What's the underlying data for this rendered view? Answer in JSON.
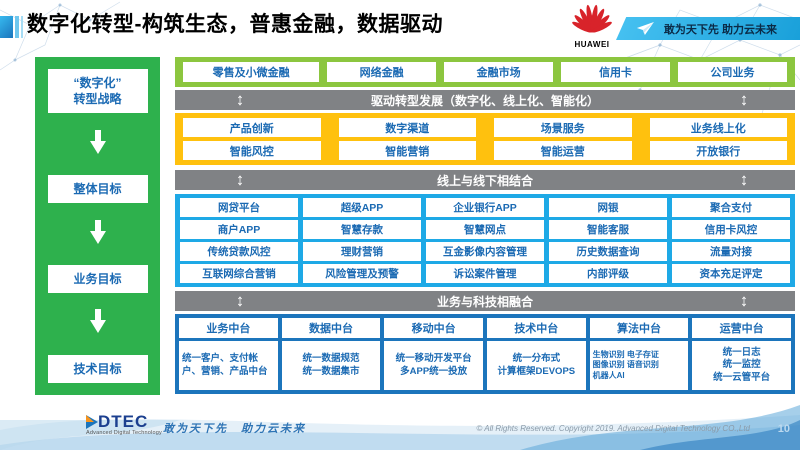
{
  "header": {
    "title": "数字化转型-构筑生态，普惠金融，数据驱动",
    "logo_text": "HUAWEI",
    "banner_text": "敢为天下先 助力云未来"
  },
  "sidebar": {
    "items": [
      {
        "label": "“数字化”\n转型战略"
      },
      {
        "label": "整体目标"
      },
      {
        "label": "业务目标"
      },
      {
        "label": "技术目标"
      }
    ]
  },
  "business_lines": [
    "零售及小微金融",
    "网络金融",
    "金融市场",
    "信用卡",
    "公司业务"
  ],
  "section_bars": [
    "驱动转型发展（数字化、线上化、智能化）",
    "线上与线下相结合",
    "业务与科技相融合"
  ],
  "capability_rows": [
    [
      "产品创新",
      "数字渠道",
      "场景服务",
      "业务线上化"
    ],
    [
      "智能风控",
      "智能营销",
      "智能运营",
      "开放银行"
    ]
  ],
  "online_offline_rows": [
    [
      "网贷平台",
      "超级APP",
      "企业银行APP",
      "网银",
      "聚合支付"
    ],
    [
      "商户APP",
      "智慧存款",
      "智慧网点",
      "智能客服",
      "信用卡风控"
    ],
    [
      "传统贷款风控",
      "理财营销",
      "互金影像内容管理",
      "历史数据查询",
      "流量对接"
    ],
    [
      "互联网综合营销",
      "风险管理及预警",
      "诉讼案件管理",
      "内部评级",
      "资本充足评定"
    ]
  ],
  "middle_platforms": [
    {
      "title": "业务中台",
      "detail": "统一客户、支付帐户、营销、产品中台"
    },
    {
      "title": "数据中台",
      "detail": "统一数据规范\n统一数据集市"
    },
    {
      "title": "移动中台",
      "detail": "统一移动开发平台\n多APP统一投放"
    },
    {
      "title": "技术中台",
      "detail": "统一分布式\n计算框架DEVOPS"
    },
    {
      "title": "算法中台",
      "detail": "生物识别 电子存证\n图像识别 语音识别\n机器人AI"
    },
    {
      "title": "运营中台",
      "detail": "统一日志\n统一监控\n统一云管平台"
    }
  ],
  "footer": {
    "logo_text": "DTEC",
    "logo_subtext": "Advanced Digital Technology",
    "slogan": "敢为天下先　助力云未来",
    "copyright": "© All Rights Reserved. Copyright 2019. Advanced Digital Technology CO.,Ltd",
    "page_number": "10"
  },
  "colors": {
    "sidebar_green": "#2eb14d",
    "business_green": "#8cc63f",
    "section_gray": "#808285",
    "capability_yellow": "#ffc10e",
    "online_blue": "#1ea9e6",
    "platform_blue": "#1c75bc",
    "box_text_blue": "#1b6ab3",
    "banner_cyan": "#189fd9",
    "huawei_red": "#d8232a"
  }
}
